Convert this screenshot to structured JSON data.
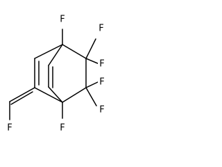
{
  "molecule": {
    "atoms": {
      "f_top": "F",
      "f_upper_right": "F",
      "f_right_upper": "F",
      "f_right_lower": "F",
      "f_lower_right": "F",
      "f_bottom": "F",
      "f_vinyl": "F"
    }
  }
}
